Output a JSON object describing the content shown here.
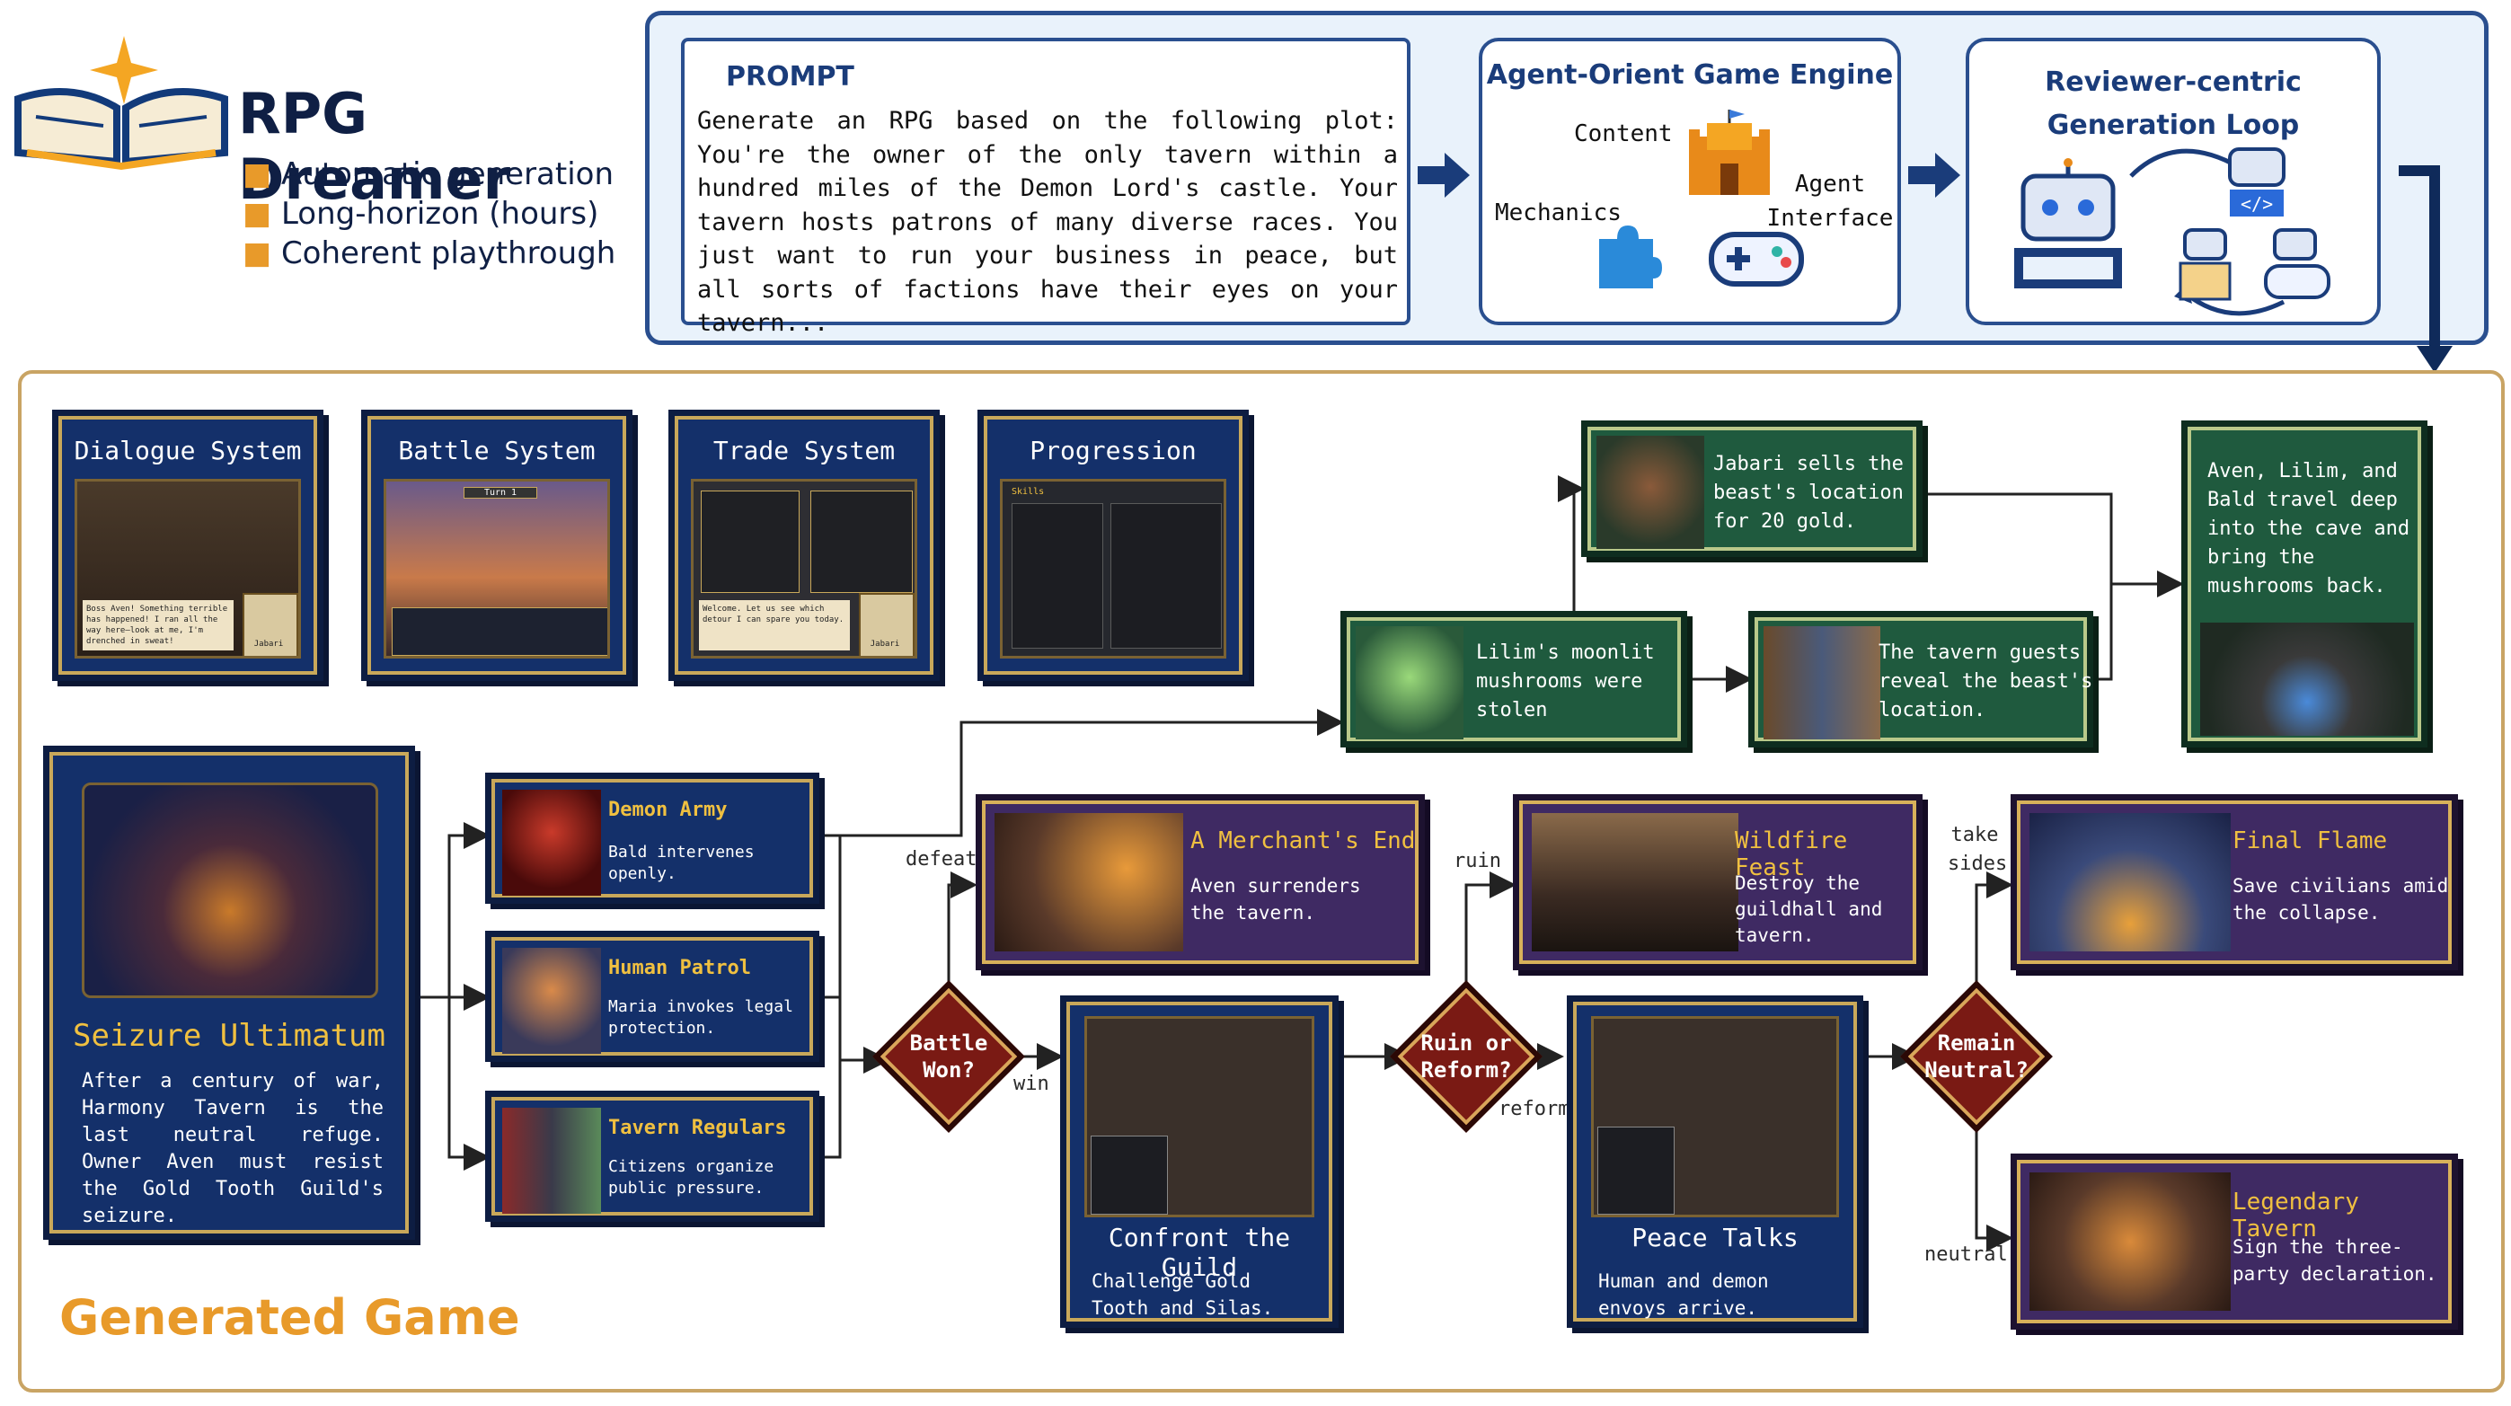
{
  "header": {
    "title": "RPG Dreamer",
    "bullets": [
      "Automatic generation",
      "Long-horizon (hours)",
      "Coherent playthrough"
    ]
  },
  "prompt": {
    "label": "PROMPT",
    "text": "Generate an RPG based on the following plot: You're the owner of the only tavern within a hundred miles of the Demon Lord's castle. Your tavern hosts patrons of many diverse races. You just want to run your business in peace, but all sorts of factions have their eyes on your tavern..."
  },
  "engine": {
    "title": "Agent-Orient Game Engine",
    "content": "Content",
    "mechanics": "Mechanics",
    "agent_interface": "Agent\nInterface"
  },
  "reviewer": {
    "title": "Reviewer-centric\nGeneration Loop"
  },
  "systems": [
    {
      "title": "Dialogue System",
      "caption": "Boss Aven! Something terrible has happened! I ran all the way here—look at me, I'm drenched in sweat!",
      "speaker": "Jabari"
    },
    {
      "title": "Battle System",
      "caption": "Turn 1"
    },
    {
      "title": "Trade System",
      "caption": "Welcome. Let us see which detour I can spare you today.",
      "speaker": "Jabari"
    },
    {
      "title": "Progression",
      "caption": "Skills"
    }
  ],
  "start": {
    "title": "Seizure Ultimatum",
    "text": "After a century of war, Harmony Tavern is the last neutral refuge. Owner Aven must resist the Gold Tooth Guild's seizure."
  },
  "branches": [
    {
      "title": "Demon Army",
      "text": "Bald intervenes openly."
    },
    {
      "title": "Human Patrol",
      "text": "Maria invokes legal protection."
    },
    {
      "title": "Tavern Regulars",
      "text": "Citizens organize public pressure."
    }
  ],
  "side_quest": {
    "lilim": "Lilim's moonlit mushrooms were stolen",
    "jabari": "Jabari sells the beast's location for 20 gold.",
    "guests": "The tavern guests reveal the beast's location.",
    "travel": "Aven, Lilim, and Bald travel deep into the cave and bring the mushrooms back."
  },
  "decisions": [
    {
      "label": "Battle\nWon?"
    },
    {
      "label": "Ruin or\nReform?"
    },
    {
      "label": "Remain\nNeutral?"
    }
  ],
  "edges": {
    "defeat": "defeat",
    "win": "win",
    "ruin": "ruin",
    "reform": "reform",
    "take_sides": "take\nsides",
    "neutral": "neutral"
  },
  "outcomes": [
    {
      "title": "A Merchant's End",
      "text": "Aven surrenders the tavern."
    },
    {
      "title": "Wildfire Feast",
      "text": "Destroy the guildhall and tavern."
    },
    {
      "title": "Final Flame",
      "text": "Save civilians amid the collapse."
    },
    {
      "title": "Legendary Tavern",
      "text": "Sign the three-party declaration."
    }
  ],
  "main_nodes": [
    {
      "title": "Confront the Guild",
      "text": "Challenge Gold Tooth and Silas."
    },
    {
      "title": "Peace Talks",
      "text": "Human and demon envoys arrive."
    }
  ],
  "footer": {
    "label": "Generated Game"
  },
  "colors": {
    "navy": "#14306a",
    "green": "#1f5a3e",
    "purple": "#3f2a63",
    "gold": "#f0c040",
    "decision": "#7a1a14",
    "accent": "#e89a2a"
  }
}
